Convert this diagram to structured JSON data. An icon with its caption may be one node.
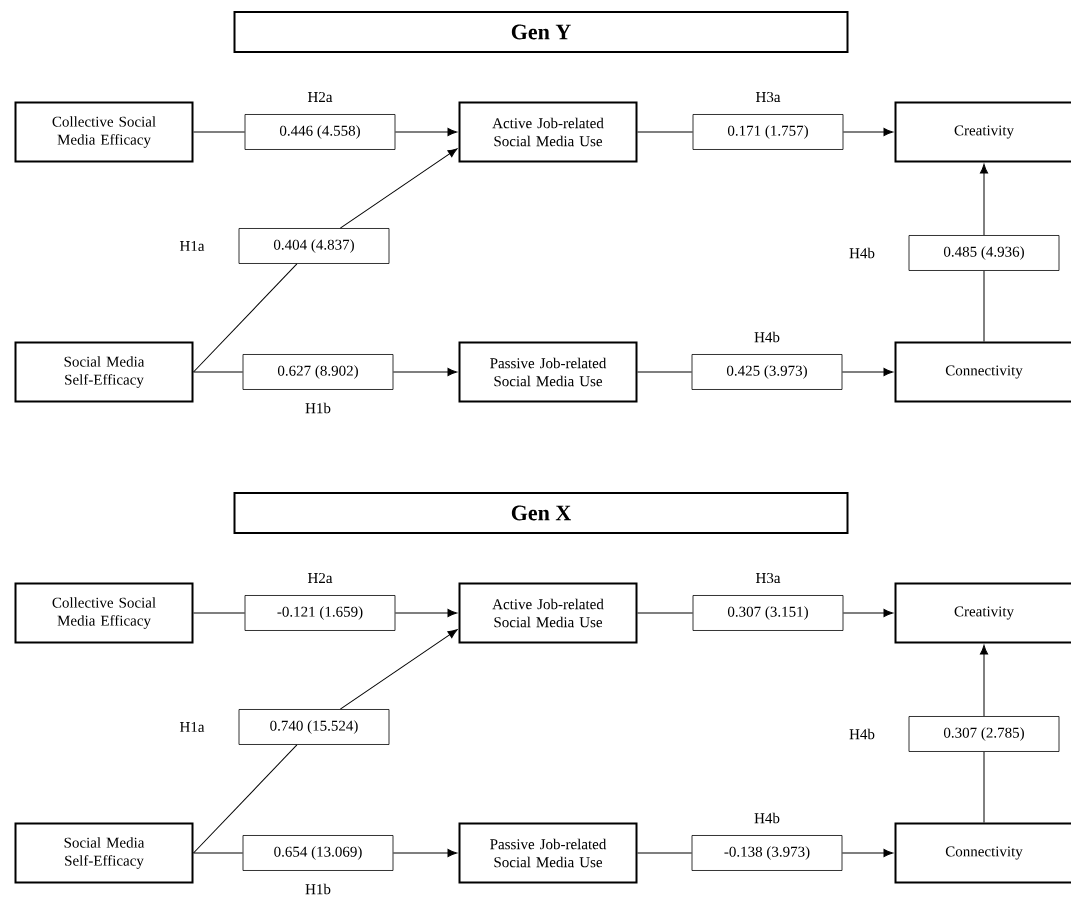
{
  "diagram": {
    "nodes": [
      {
        "text": [
          "Gen Y"
        ]
      },
      {
        "text": [
          "Collective Social Media Efficacy"
        ]
      },
      {
        "text": [
          "0.446 (4.558)"
        ],
        "beside": [
          "H2a"
        ]
      },
      {
        "text": [
          "Active Job-related Social Media Use"
        ]
      },
      {
        "text": [
          "0.171 (1.757)"
        ],
        "beside": [
          "H3a"
        ]
      },
      {
        "text": [
          "Creativity"
        ]
      },
      {
        "text": [
          "0.404 (4.837)"
        ],
        "beside": [
          "H1a"
        ]
      },
      {
        "text": [
          "0.485 (4.936)"
        ],
        "beside": [
          "H4b"
        ]
      },
      {
        "text": [
          "Social Media Self-Efficacy"
        ]
      },
      {
        "text": [
          "0.627 (8.902)"
        ],
        "beside": [
          "H1b"
        ]
      },
      {
        "text": [
          "Passive Job-related Social Media Use"
        ]
      },
      {
        "text": [
          "0.425 (3.973)"
        ],
        "beside": [
          "H4b"
        ]
      },
      {
        "text": [
          "Connectivity"
        ]
      },
      {
        "text": [
          "Gen X"
        ]
      },
      {
        "text": [
          "Collective Social Media Efficacy"
        ]
      },
      {
        "text": [
          "-0.121 (1.659)"
        ],
        "beside": [
          "H2a"
        ]
      },
      {
        "text": [
          "Active Job-related Social Media Use"
        ]
      },
      {
        "text": [
          "0.307 (3.151)"
        ],
        "beside": [
          "H3a"
        ]
      },
      {
        "text": [
          "Creativity"
        ]
      },
      {
        "text": [
          "0.740 (15.524)"
        ],
        "beside": [
          "H1a"
        ]
      },
      {
        "text": [
          "0.307 (2.785)"
        ],
        "beside": [
          "H4b"
        ]
      },
      {
        "text": [
          "Social Media Self-Efficacy"
        ]
      },
      {
        "text": [
          "0.654 (13.069)"
        ],
        "beside": [
          "H1b"
        ]
      },
      {
        "text": [
          "Passive Job-related Social Media Use"
        ]
      },
      {
        "text": [
          "-0.138 (3.973)"
        ],
        "beside": [
          "H4b"
        ]
      },
      {
        "text": [
          "Connectivity"
        ]
      }
    ],
    "edges": [
      {
        "from": 1,
        "to": 2,
        "arrow": "none"
      },
      {
        "from": 2,
        "to": 3,
        "arrow": "to"
      },
      {
        "from": 3,
        "to": 4,
        "arrow": "none"
      },
      {
        "from": 4,
        "to": 5,
        "arrow": "to"
      },
      {
        "from": 8,
        "to": 6,
        "arrow": "none"
      },
      {
        "from": 6,
        "to": 3,
        "arrow": "to"
      },
      {
        "from": 8,
        "to": 9,
        "arrow": "none"
      },
      {
        "from": 9,
        "to": 10,
        "arrow": "to"
      },
      {
        "from": 10,
        "to": 11,
        "arrow": "none"
      },
      {
        "from": 11,
        "to": 12,
        "arrow": "to"
      },
      {
        "from": 12,
        "to": 7,
        "arrow": "none"
      },
      {
        "from": 7,
        "to": 5,
        "arrow": "to"
      },
      {
        "from": 14,
        "to": 15,
        "arrow": "none"
      },
      {
        "from": 15,
        "to": 16,
        "arrow": "to"
      },
      {
        "from": 16,
        "to": 17,
        "arrow": "none"
      },
      {
        "from": 17,
        "to": 18,
        "arrow": "to"
      },
      {
        "from": 21,
        "to": 19,
        "arrow": "none"
      },
      {
        "from": 19,
        "to": 16,
        "arrow": "to"
      },
      {
        "from": 21,
        "to": 22,
        "arrow": "none"
      },
      {
        "from": 22,
        "to": 23,
        "arrow": "to"
      },
      {
        "from": 23,
        "to": 24,
        "arrow": "none"
      },
      {
        "from": 24,
        "to": 25,
        "arrow": "to"
      },
      {
        "from": 25,
        "to": 20,
        "arrow": "none"
      },
      {
        "from": 20,
        "to": 18,
        "arrow": "to"
      }
    ]
  }
}
